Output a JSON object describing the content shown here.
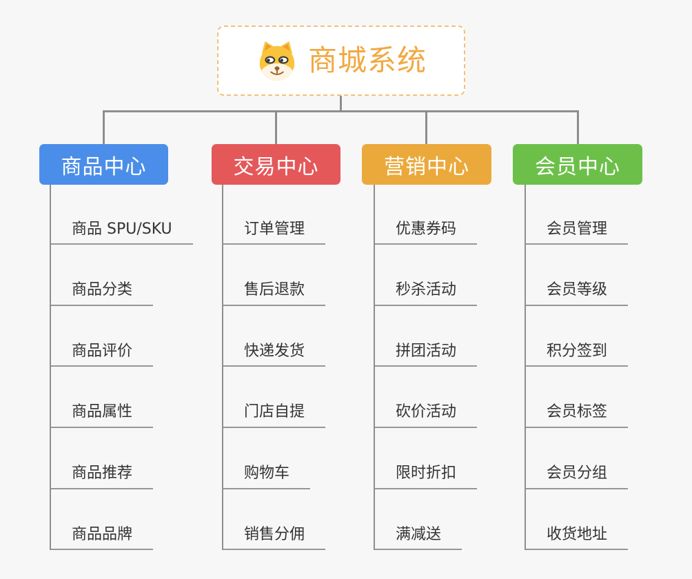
{
  "root": {
    "title": "商城系统",
    "icon": "doge-dog-icon"
  },
  "branches": [
    {
      "label": "商品中心",
      "color": "#4b8ee9",
      "items": [
        "商品 SPU/SKU",
        "商品分类",
        "商品评价",
        "商品属性",
        "商品推荐",
        "商品品牌"
      ]
    },
    {
      "label": "交易中心",
      "color": "#e4585a",
      "items": [
        "订单管理",
        "售后退款",
        "快递发货",
        "门店自提",
        "购物车",
        "销售分佣"
      ]
    },
    {
      "label": "营销中心",
      "color": "#eba93c",
      "items": [
        "优惠券码",
        "秒杀活动",
        "拼团活动",
        "砍价活动",
        "限时折扣",
        "满减送"
      ]
    },
    {
      "label": "会员中心",
      "color": "#6cc04a",
      "items": [
        "会员管理",
        "会员等级",
        "积分签到",
        "会员标签",
        "会员分组",
        "收货地址"
      ]
    }
  ],
  "colors": {
    "background": "#f7f7f7",
    "connector": "#8d8d8d",
    "leaf_underline": "#969696",
    "leaf_text": "#333333",
    "root_border": "#f3c078",
    "root_title": "#f2a842"
  }
}
